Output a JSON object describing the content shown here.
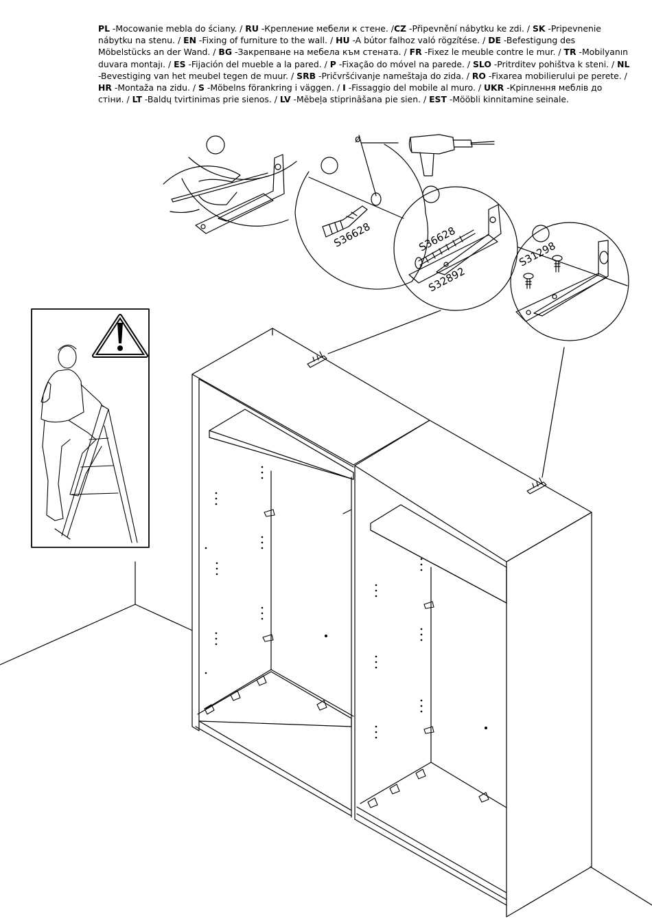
{
  "instructions": [
    {
      "code": "PL",
      "text": " -Mocowanie mebla do ściany. / "
    },
    {
      "code": "RU",
      "text": " -Крепление мебели к стене. /"
    },
    {
      "code": "CZ",
      "text": " -Připevnění nábytku ke zdi. / "
    },
    {
      "code": "SK",
      "text": " -Pripevnenie nábytku na stenu. / "
    },
    {
      "code": "EN",
      "text": " -Fixing of furniture to the wall. / "
    },
    {
      "code": "HU",
      "text": " -A bútor falhoz való rögzítése. / "
    },
    {
      "code": "DE",
      "text": " -Befestigung des Möbelstücks an der Wand. / "
    },
    {
      "code": "BG",
      "text": " -Закрепване на мебела към стената. / "
    },
    {
      "code": "FR",
      "text": " -Fixez le meuble contre le mur. / "
    },
    {
      "code": "TR",
      "text": " -Mobilyanın duvara montajı. / "
    },
    {
      "code": "ES",
      "text": " -Fijación del mueble a la pared. / "
    },
    {
      "code": "P",
      "text": " -Fixação do móvel na parede. / "
    },
    {
      "code": "SLO",
      "text": " -Pritrditev pohištva k steni. / "
    },
    {
      "code": "NL",
      "text": " -Bevestiging van het meubel tegen de muur. / "
    },
    {
      "code": "SRB",
      "text": " -Pričvršćivanje nameštaja do zida. / "
    },
    {
      "code": "RO",
      "text": " -Fixarea mobilierului pe perete. / "
    },
    {
      "code": "HR",
      "text": " -Montaža na zidu. / "
    },
    {
      "code": "S",
      "text": " -Möbelns förankring i väggen. / "
    },
    {
      "code": "I",
      "text": " -Fissaggio del mobile al muro. / "
    },
    {
      "code": "UKR",
      "text": " -Кріплення меблів до стіни. / "
    },
    {
      "code": "LT",
      "text": " -Baldų tvirtinimas prie sienos. / "
    },
    {
      "code": "LV",
      "text": " -Mēbeļa stiprināšana pie sien. / "
    },
    {
      "code": "EST",
      "text": " -Mööbli kinnitamine seinale."
    }
  ],
  "diameter_symbol": "ø",
  "parts": {
    "dowel": "S36628",
    "screw": "S36628",
    "bracket": "S32892",
    "small_screw": "S31298"
  }
}
